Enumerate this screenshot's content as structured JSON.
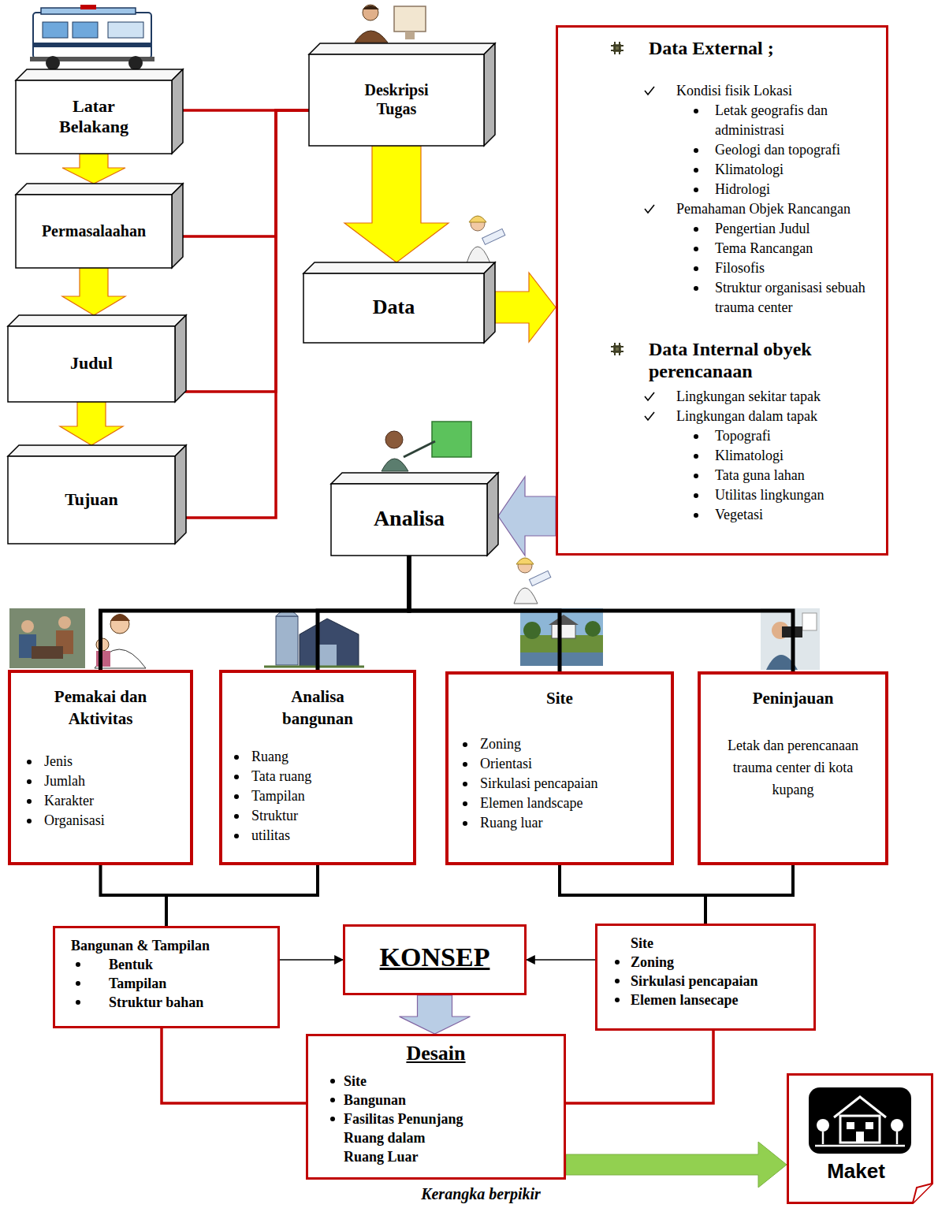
{
  "diagram": {
    "caption": "Kerangka berpikir",
    "nodes": [
      {
        "text": [
          "Latar Belakang"
        ]
      },
      {
        "text": [
          "Deskripsi Tugas"
        ]
      },
      {
        "text": [
          "Data External ;",
          "Kondisi fisik Lokasi",
          "Letak geografis dan administrasi",
          "Geologi dan topografi",
          "Klimatologi",
          "Hidrologi",
          "Pemahaman Objek Rancangan",
          "Pengertian Judul",
          "Tema Rancangan",
          "Filosofis",
          "Struktur organisasi sebuah trauma center",
          "Data Internal obyek perencanaan",
          "Lingkungan sekitar tapak",
          "Lingkungan dalam tapak",
          "Topografi",
          "Klimatologi",
          "Tata guna lahan",
          "Utilitas lingkungan",
          "Vegetasi"
        ]
      },
      {
        "text": [
          "Permasalaahan"
        ]
      },
      {
        "text": [
          "Data"
        ]
      },
      {
        "text": [
          "Judul"
        ]
      },
      {
        "text": [
          "Tujuan"
        ]
      },
      {
        "text": [
          "Analisa"
        ]
      },
      {
        "text": [
          "Pemakai dan Aktivitas",
          "Jenis",
          "Jumlah",
          "Karakter",
          "Organisasi"
        ]
      },
      {
        "text": [
          "Analisa bangunan",
          "Ruang",
          "Tata ruang",
          "Tampilan",
          "Struktur",
          "utilitas"
        ]
      },
      {
        "text": [
          "Site",
          "Zoning",
          "Orientasi",
          "Sirkulasi pencapaian",
          "Elemen landscape",
          "Ruang luar"
        ]
      },
      {
        "text": [
          "Peninjauan",
          "Letak dan perencanaan trauma center di kota kupang"
        ]
      },
      {
        "text": [
          "Bangunan & Tampilan",
          "Bentuk",
          "Tampilan",
          "Struktur bahan"
        ]
      },
      {
        "text": [
          "KONSEP"
        ]
      },
      {
        "text": [
          "Site",
          "Zoning",
          "Sirkulasi pencapaian",
          "Elemen lansecape"
        ]
      },
      {
        "text": [
          "Desain",
          "Site",
          "Bangunan",
          "Fasilitas Penunjang",
          "Ruang dalam",
          "Ruang Luar"
        ]
      },
      {
        "text": [
          "Maket"
        ]
      }
    ],
    "edges": [
      {
        "from": 0,
        "to": 3,
        "arrow": "to"
      },
      {
        "from": 3,
        "to": 5,
        "arrow": "to"
      },
      {
        "from": 5,
        "to": 6,
        "arrow": "to"
      },
      {
        "from": 0,
        "to": 1,
        "arrow": "none"
      },
      {
        "from": 3,
        "to": 1,
        "arrow": "none"
      },
      {
        "from": 5,
        "to": 1,
        "arrow": "none"
      },
      {
        "from": 6,
        "to": 1,
        "arrow": "none"
      },
      {
        "from": 1,
        "to": 4,
        "arrow": "to"
      },
      {
        "from": 4,
        "to": 2,
        "arrow": "to"
      },
      {
        "from": 2,
        "to": 7,
        "arrow": "to"
      },
      {
        "from": 7,
        "to": 8,
        "arrow": "none"
      },
      {
        "from": 7,
        "to": 9,
        "arrow": "none"
      },
      {
        "from": 7,
        "to": 10,
        "arrow": "none"
      },
      {
        "from": 7,
        "to": 11,
        "arrow": "none"
      },
      {
        "from": 8,
        "to": 12,
        "arrow": "none"
      },
      {
        "from": 9,
        "to": 12,
        "arrow": "none"
      },
      {
        "from": 10,
        "to": 14,
        "arrow": "none"
      },
      {
        "from": 11,
        "to": 14,
        "arrow": "none"
      },
      {
        "from": 12,
        "to": 13,
        "arrow": "to"
      },
      {
        "from": 14,
        "to": 13,
        "arrow": "to"
      },
      {
        "from": 13,
        "to": 15,
        "arrow": "to"
      },
      {
        "from": 12,
        "to": 15,
        "arrow": "none"
      },
      {
        "from": 14,
        "to": 15,
        "arrow": "none"
      },
      {
        "from": 15,
        "to": 16,
        "arrow": "to"
      }
    ]
  }
}
